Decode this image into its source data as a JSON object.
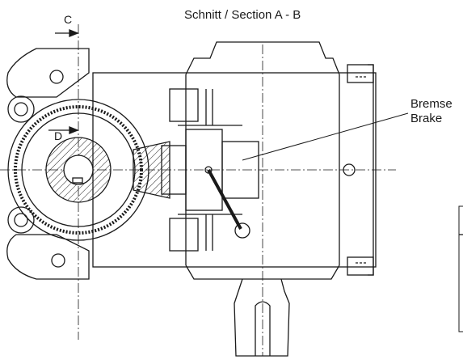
{
  "title": "Schnitt / Section A - B",
  "section_markers": {
    "c": "C",
    "d": "D"
  },
  "callout": {
    "line1": "Bremse",
    "line2": "Brake"
  },
  "colors": {
    "ink": "#1a1a1a",
    "background": "#ffffff"
  }
}
